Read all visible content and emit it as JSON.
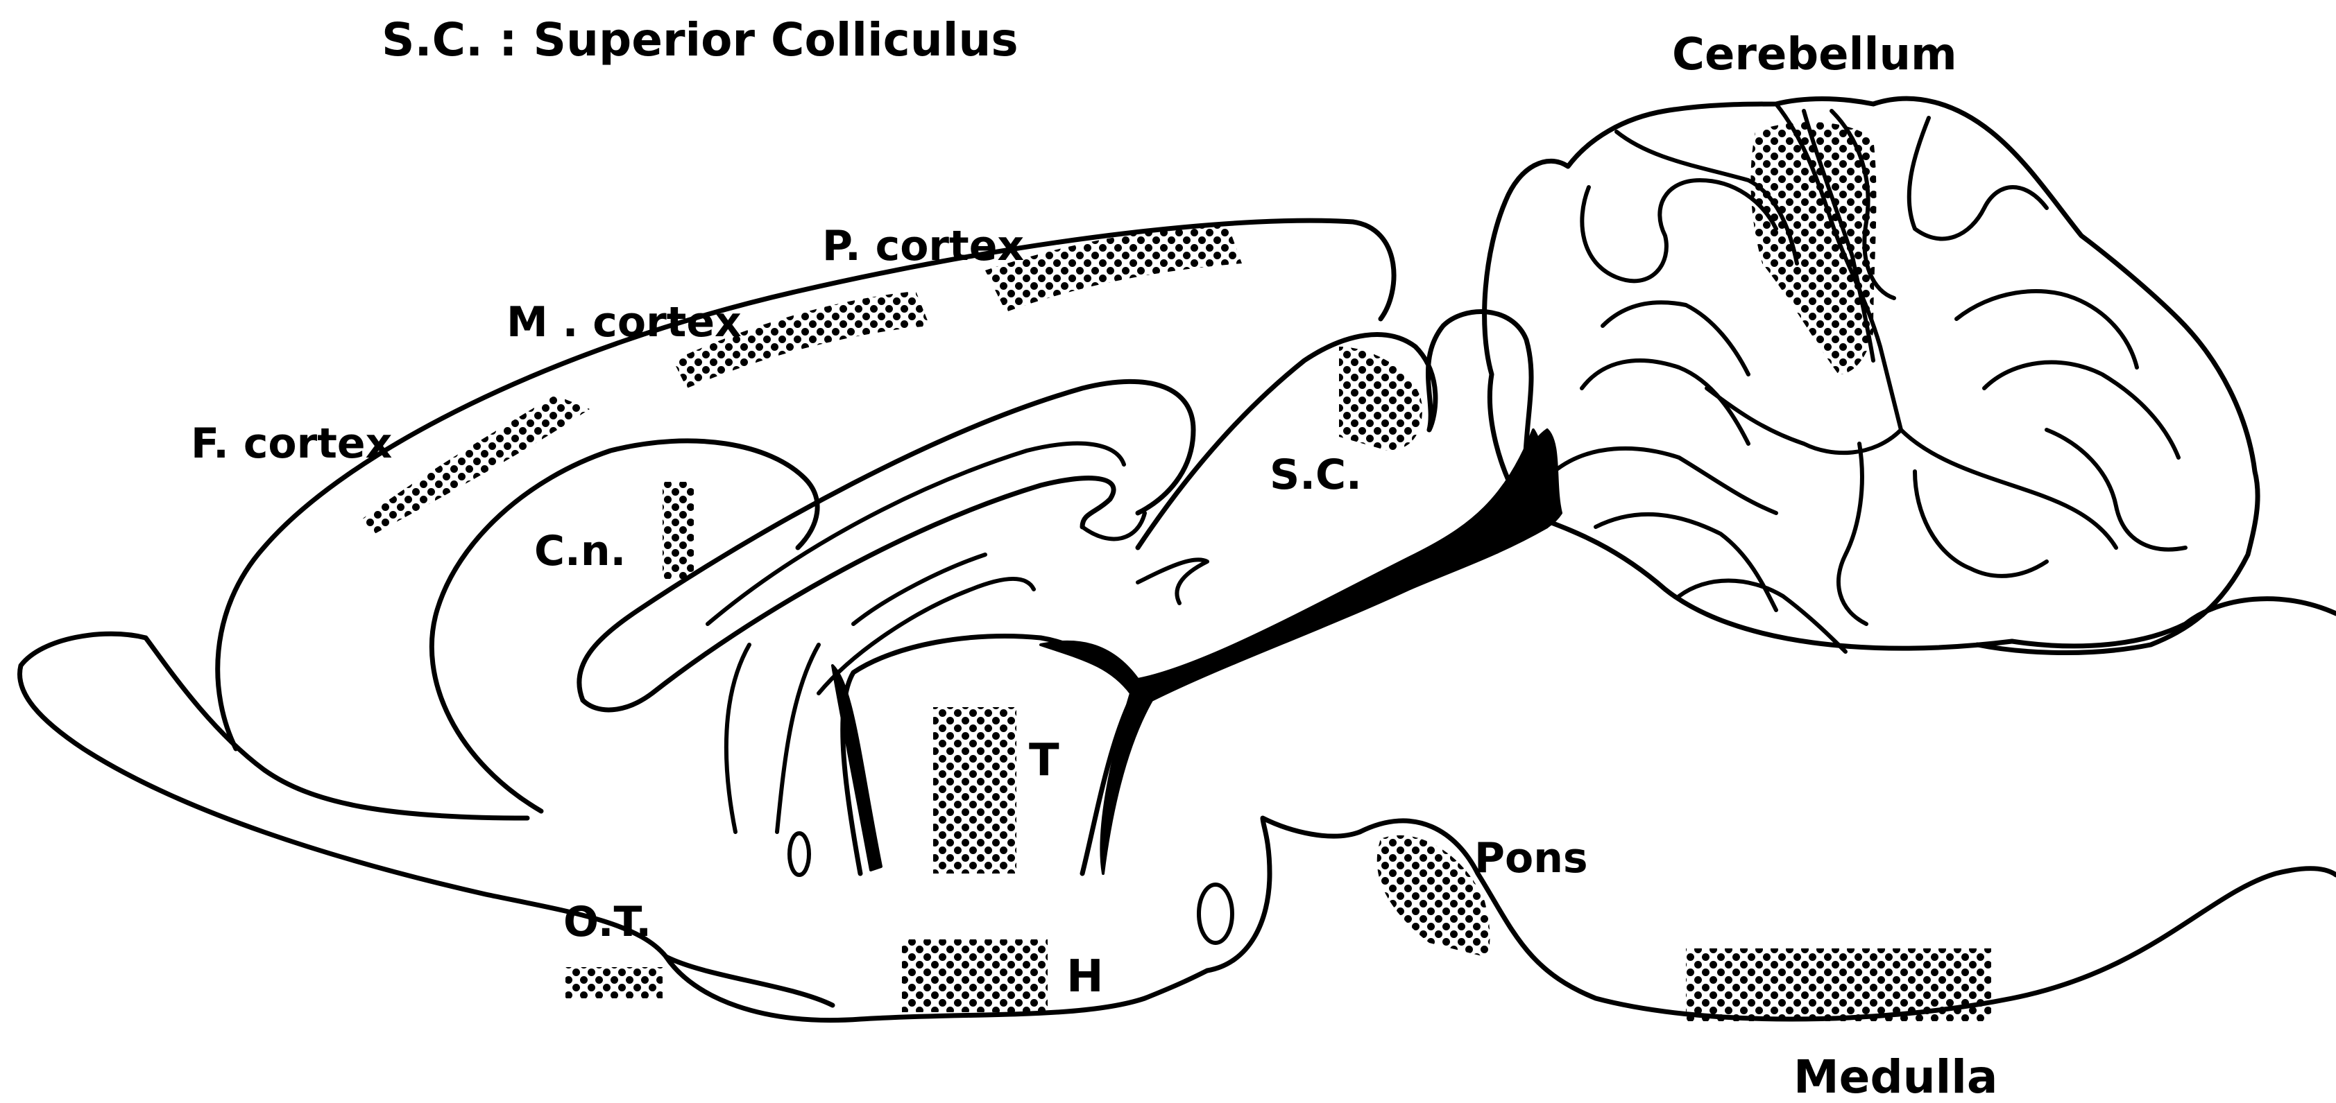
{
  "legend": "S.C. : Superior Colliculus",
  "labels": {
    "cerebellum": "Cerebellum",
    "p_cortex": "P. cortex",
    "m_cortex": "M . cortex",
    "f_cortex": "F. cortex",
    "cn": "C.n.",
    "sc": "S.C.",
    "t": "T",
    "ot": "O.T.",
    "h": "H",
    "pons": "Pons",
    "medulla": "Medulla"
  },
  "colors": {
    "ink": "#000000",
    "background": "#ffffff"
  }
}
